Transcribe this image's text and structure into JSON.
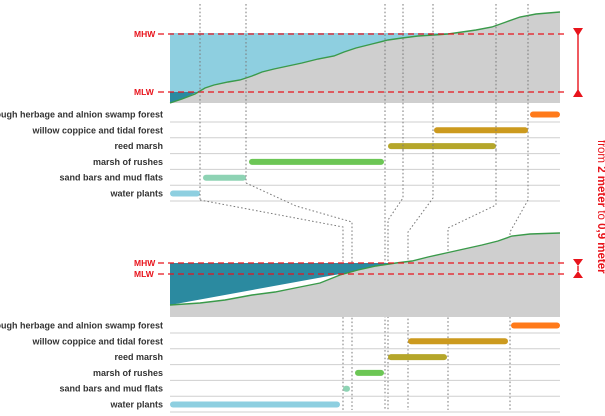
{
  "colors": {
    "water_upper": "#8ecfe0",
    "water_lower": "#2b8aa0",
    "water_bottom": "#1e6f86",
    "land": "#cfcfcf",
    "terrain_line": "#3a9a4a",
    "level_line": "#e8141c",
    "row_line": "#cfcfcf",
    "guide": "#7a7a7a",
    "label_text": "#333333"
  },
  "levels": {
    "high": "MHW",
    "low": "MLW"
  },
  "side_caption": {
    "part1": "from ",
    "value1": "2 meter",
    "part2": " to ",
    "value2": "0,9 meter"
  },
  "zones": [
    {
      "name": "rough herbage and alnion swamp forest",
      "color": "#ff7a1a"
    },
    {
      "name": "willow coppice and tidal forest",
      "color": "#cc9a1e"
    },
    {
      "name": "reed marsh",
      "color": "#b5a62a"
    },
    {
      "name": "marsh of rushes",
      "color": "#6cc655"
    },
    {
      "name": "sand bars and mud flats",
      "color": "#8ed3b4"
    },
    {
      "name": "water plants",
      "color": "#8ecfe0"
    }
  ]
}
